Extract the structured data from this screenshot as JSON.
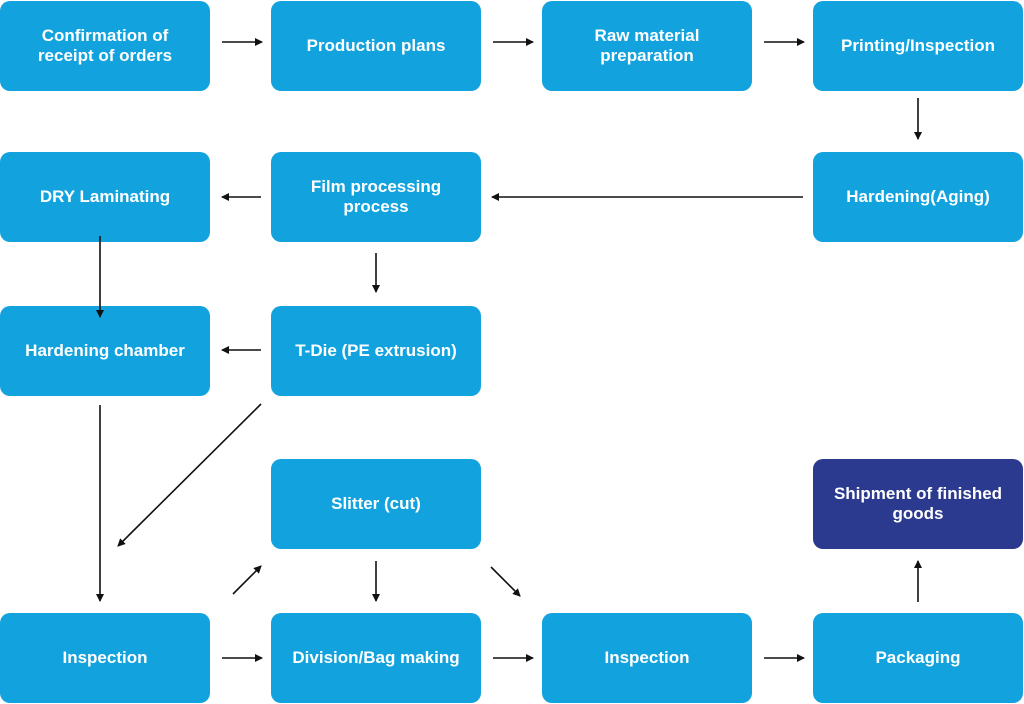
{
  "colors": {
    "step": "#12a3de",
    "final_step": "#2b3a8f",
    "arrow": "#111111",
    "text": "#ffffff"
  },
  "steps": {
    "confirmation": "Confirmation of receipt of orders",
    "production_plans": "Production plans",
    "raw_material": "Raw material preparation",
    "printing_inspection": "Printing/Inspection",
    "hardening_aging": "Hardening(Aging)",
    "film_processing": "Film processing process",
    "dry_laminating": "DRY Laminating",
    "t_die": "T-Die (PE extrusion)",
    "hardening_chamber": "Hardening chamber",
    "slitter": "Slitter (cut)",
    "shipment": "Shipment of finished goods",
    "inspection_1": "Inspection",
    "division_bag": "Division/Bag making",
    "inspection_2": "Inspection",
    "packaging": "Packaging"
  },
  "connections": [
    [
      "confirmation",
      "production_plans"
    ],
    [
      "production_plans",
      "raw_material"
    ],
    [
      "raw_material",
      "printing_inspection"
    ],
    [
      "printing_inspection",
      "hardening_aging"
    ],
    [
      "hardening_aging",
      "film_processing"
    ],
    [
      "film_processing",
      "dry_laminating"
    ],
    [
      "film_processing",
      "t_die"
    ],
    [
      "dry_laminating",
      "hardening_chamber"
    ],
    [
      "t_die",
      "hardening_chamber"
    ],
    [
      "t_die",
      "inspection_1"
    ],
    [
      "hardening_chamber",
      "inspection_1"
    ],
    [
      "inspection_1",
      "slitter"
    ],
    [
      "inspection_1",
      "division_bag"
    ],
    [
      "slitter",
      "division_bag"
    ],
    [
      "slitter",
      "inspection_2"
    ],
    [
      "division_bag",
      "inspection_2"
    ],
    [
      "inspection_2",
      "packaging"
    ],
    [
      "packaging",
      "shipment"
    ]
  ]
}
